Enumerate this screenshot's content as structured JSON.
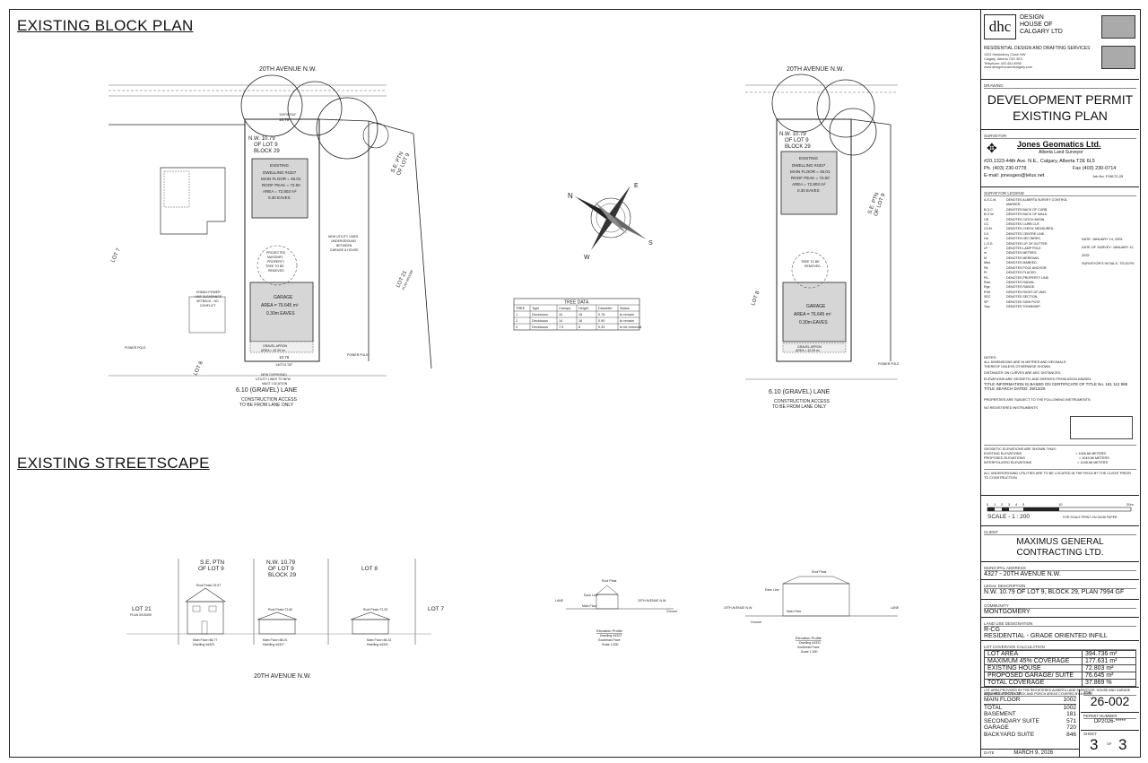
{
  "headings": {
    "block_plan": "EXISTING BLOCK PLAN",
    "streetscape": "EXISTING STREETSCAPE"
  },
  "plan_left": {
    "street": "20TH AVENUE N.W.",
    "lane": "6.10 (GRAVEL) LANE",
    "lane_note1": "CONSTRUCTION ACCESS",
    "lane_note2": "TO BE FROM LANE ONLY",
    "lot_nw1": "N.W. 10.79",
    "lot_nw2": "OF LOT 9",
    "lot_nw3": "BLOCK 29",
    "lot_se1": "S.E. PTN",
    "lot_se2": "OF LOT 9",
    "lot7": "LOT 7",
    "lot8": "LOT 8",
    "lot21": "LOT 21",
    "plan21": "PLAN 0915399",
    "dwelling1": "EXISTING",
    "dwelling2": "DWELLING #4327",
    "dwelling3": "MAIN FLOOR = 46.01",
    "dwelling4": "ROOF PEAK = 72.60",
    "dwelling5": "AREA = 72.803 m²",
    "dwelling6": "0.30 EAVES",
    "garage1": "GARAGE",
    "garage2": "AREA = 76.645 m²",
    "garage3": "0.30m EAVES",
    "front_dim": "10.79",
    "rear_dim": "10.79",
    "front_bearing": "139°59'54\"",
    "rear_bearing": "140°01'30\"",
    "tree_note1": "PROJECTED",
    "tree_note2": "MASONRY",
    "tree_note3": "PROPERTY",
    "tree_note4": "TREE TO BE",
    "tree_note5": "REMOVED",
    "power_pole": "POWER POLE",
    "utility_note1": "NEW UTILITY LINES",
    "utility_note2": "UNDERGROUND",
    "utility_note3": "BETWEEN",
    "utility_note4": "GARAGE & HOUSE",
    "enmax1": "ENMAX POWER",
    "enmax2": "LINE CLEARANCE",
    "enmax3": "SETBACK - NO",
    "enmax4": "CONFLICT",
    "overhead1": "NEW OVERHEAD",
    "overhead2": "UTILITY LINES TO NEW",
    "overhead3": "MAST LOCATION",
    "gravel1": "GRAVEL APRON",
    "gravel2": "AREA = 42.09 m²"
  },
  "plan_right": {
    "street": "20TH AVENUE N.W.",
    "lane": "6.10 (GRAVEL) LANE",
    "lane_note1": "CONSTRUCTION ACCESS",
    "lane_note2": "TO BE FROM LANE ONLY",
    "lot_nw1": "N.W. 10.79",
    "lot_nw2": "OF LOT 9",
    "lot_nw3": "BLOCK 29",
    "lot_se1": "S.E. PTN",
    "lot_se2": "OF LOT 9",
    "lot8": "LOT 8",
    "dwelling1": "EXISTING",
    "dwelling2": "DWELLING #4327",
    "dwelling3": "MAIN FLOOR = 46.01",
    "dwelling4": "ROOF PEAK = 72.60",
    "dwelling5": "AREA = 72.803 m²",
    "dwelling6": "0.30 EAVES",
    "garage1": "GARAGE",
    "garage2": "AREA = 76.645 m²",
    "garage3": "0.30m EAVES",
    "tree_note1": "TREE TO BE",
    "tree_note2": "REMOVED",
    "power_pole": "POWER POLE",
    "gravel1": "GRAVEL APRON",
    "gravel2": "AREA = 42.09 m²"
  },
  "tree_table": {
    "title": "TREE DATA",
    "headers": [
      "TREE",
      "Type",
      "Canopy",
      "Height",
      "Diameter",
      "Status"
    ],
    "rows": [
      [
        "1",
        "Deciduous",
        "10",
        "16",
        "0.76",
        "to remain"
      ],
      [
        "2",
        "Deciduous",
        "14",
        "16",
        "0.90",
        "to remain"
      ],
      [
        "3",
        "Deciduous",
        "7.5",
        "8",
        "0.33",
        "to be removed"
      ]
    ]
  },
  "compass": {
    "n": "N",
    "e": "E",
    "s": "S",
    "w": "W"
  },
  "streetscape": {
    "lot21": "LOT 21",
    "plan21": "PLAN 0915399",
    "se1": "S.E. PTN",
    "se2": "OF LOT 9",
    "nw1": "N.W. 10.79",
    "nw2": "OF LOT 9",
    "nw3": "BLOCK 29",
    "lot8": "LOT 8",
    "lot7": "LOT 7",
    "street": "20TH AVENUE N.W.",
    "roof_a": "Roof Peak=76.97",
    "roof_b": "Roof Peak=72.60",
    "roof_c": "Roof Peak=72.33",
    "dw_a1": "Main Floor=66.77",
    "dw_a2": "Dwelling #4323",
    "dw_b1": "Main Floor=66.01",
    "dw_b2": "Dwelling #4327",
    "dw_c1": "Main Floor=66.31",
    "dw_c2": "Dwelling #4331",
    "elev1_title": "Elevation Profile",
    "elev1_sub1": "Dwelling #4323",
    "elev1_sub2": "Southeast Face",
    "elev1_scale": "Scale 1:300",
    "elev2_title": "Elevation Profile",
    "elev2_sub1": "Dwelling #4331",
    "elev2_sub2": "Southeast Face",
    "elev2_scale": "Scale 1:300",
    "roof_peak": "Roof Peak",
    "eave_line": "Eave Line",
    "main_floor": "Main Floor",
    "ground": "Ground",
    "lane": "LANE",
    "avenue": "20TH AVENUE N.W."
  },
  "titleblock": {
    "logo": "dhc",
    "company1": "DESIGN",
    "company2": "HOUSE OF",
    "company3": "CALGARY LTD",
    "services": "RESIDENTIAL DESIGN AND DRAFTING SERVICES",
    "address1": "1331 Hawksbury Close NW",
    "address2": "Calgary, Alberta T3G 3E3",
    "address3": "Telephone 403.451.8990",
    "address4": "www.designhouseofcalgary.com",
    "drawing_label": "DRAWING",
    "drawing_title1": "DEVELOPMENT PERMIT",
    "drawing_title2": "EXISTING PLAN",
    "surveyor_label": "SURVEYOR",
    "surveyor_name": "Jones Geomatics Ltd.",
    "surveyor_sub": "Alberta Land Surveyor",
    "surveyor_addr": "#20,1323-44th Ave. N.E., Calgary, Alberta T2E 6L5",
    "surveyor_ph": "Ph. (403) 230-0778",
    "surveyor_fax": "Fax (403) 230-0714",
    "surveyor_email": "E-mail: jonesgeo@telus.net",
    "surveyor_job": "Job No. F08172-25",
    "legend_label": "SURVEYOR LEGEND",
    "legend": [
      [
        "A.S.C.M.",
        "DENOTES ALBERTA SURVEY CONTROL MARKER."
      ],
      [
        "B.O.C.",
        "DENOTES BACK OF CURB."
      ],
      [
        "B.O.W.",
        "DENOTES BACK OF WALK."
      ],
      [
        "CB",
        "DENOTES CATCH BASIN."
      ],
      [
        "CC.",
        "DENOTES CURB CUT."
      ],
      [
        "Ch.M.",
        "DENOTES CHECK MEASURED."
      ],
      [
        "C/L",
        "DENOTES CENTRE LINE."
      ],
      [
        "Ha.",
        "DENOTES HECTARES."
      ],
      [
        "L.O.G.",
        "DENOTES LIP OF GUTTER."
      ],
      [
        "LP",
        "DENOTES LAMP POLE."
      ],
      [
        "m",
        "DENOTES METRES."
      ],
      [
        "M",
        "DENOTES MERIDIAN."
      ],
      [
        "Mkd.",
        "DENOTES MARKED."
      ],
      [
        "PA",
        "DENOTES POLE ANCHOR."
      ],
      [
        "Pl.",
        "DENOTES PLACED."
      ],
      [
        "P/L",
        "DENOTES PROPERTY LINE."
      ],
      [
        "Rad.",
        "DENOTES RADIAL."
      ],
      [
        "Rge.",
        "DENOTES RANGE."
      ],
      [
        "R/W",
        "DENOTES RIGHT-OF-WAY."
      ],
      [
        "SEC.",
        "DENOTES SECTION."
      ],
      [
        "SP",
        "DENOTES SIGN POST."
      ],
      [
        "Twp",
        "DENOTES TOWNSHIP."
      ]
    ],
    "date1": "DATE: JANUARY 14, 2025",
    "date2": "DATE OF SURVEY: JANUARY 12, 2025",
    "initials": "SURVEYOR'S INTIALS: TS/JG/YK",
    "notes1": "NOTES:",
    "notes2": "ALL DIMENSIONS ARE IN METRES AND DECIMALS",
    "notes3": "THEREOF UNLESS OTHERWISE SHOWN.",
    "notes4": "DISTANCES ON CURVES ARE ARC DISTANCES.",
    "notes5": "ELEVATIONS ARE GEODETIC AND DERIVED FROM ASCM #262502",
    "notes6": "TITLE INFORMATION IS BASED ON CERTIFICATE OF TITLE No. 181 112 985",
    "notes7": "TITLE SEARCH DATED: 29/12/25",
    "notes8": "PROPERTIES ARE SUBJECT TO THE FOLLOWING INSTRUMENTS:",
    "notes9": "NO REGISTERED INSTRUMENTS",
    "geo1": "GEODETIC ELEVATIONS ARE SHOWN THUS:",
    "geo2": "EXISTING ELEVATIONS",
    "geo3": "PROPOSED ELEVATIONS",
    "geo4": "INTERPOLATED ELEVATIONS",
    "geo_val": "= 1045.66 METERS",
    "underground": "ALL UNDERGROUND UTILITIES ARE TO BE LOCATED IN THE FIELD BY THE CLIENT PRIOR TO CONSTRUCTION",
    "scale_text": "SCALE - 1 : 200",
    "scale_note": "FOR SCALE PRINT ON 24x36 PAPER",
    "scale_ticks": [
      "0",
      "1",
      "2",
      "3",
      "4",
      "5",
      "10",
      "20m"
    ],
    "client_label": "CLIENT",
    "client1": "MAXIMUS GENERAL",
    "client2": "CONTRACTING LTD.",
    "muni_label": "MUNICIPAL ADDRESS",
    "muni": "4327 - 20TH AVENUE N.W.",
    "legal_label": "LEGAL DESCRIPTION",
    "legal": "N.W. 10.79 OF LOT 9, BLOCK 29, PLAN 7994 GF",
    "community_label": "COMMUNITY",
    "community": "MONTGOMERY",
    "landuse_label": "LAND USE DESIGNATION",
    "landuse1": "R-CG",
    "landuse2": "RESIDENTIAL - GRADE ORIENTED INFILL",
    "coverage_label": "LOT COVERAGE CALCULATION",
    "coverage": [
      [
        "LOT AREA",
        "394.736 m²"
      ],
      [
        "MAXIMUM 45% COVERAGE",
        "177.631 m²"
      ],
      [
        "EXISTING HOUSE",
        "72.803 m²"
      ],
      [
        "PROPOSED GARAGE/ SUITE",
        "76.645 m²"
      ],
      [
        "TOTAL COVERAGE",
        "37.869 %"
      ]
    ],
    "coverage_note": "LOT AREA PROVIDED BY THE REGISTERED ALBERTA LAND SURVEYOR. HOUSE AND GARAGE AREA INCLUDES ALL DECK AND PORCH AREAS COVERED BY A ROOF.",
    "sqft_label": "SQUARE FOOTAGE",
    "sqft": [
      [
        "MAIN FLOOR",
        "1002"
      ],
      [
        "TOTAL",
        "1002"
      ],
      [
        "BASEMENT",
        "181"
      ],
      [
        "SECONDARY SUITE",
        "571"
      ],
      [
        "GARAGE",
        "720"
      ],
      [
        "BACKYARD SUITE",
        "846"
      ]
    ],
    "job_label": "JOB",
    "job": "26-002",
    "permit_label": "PERMIT NUMBER",
    "permit": "DP2026-*****",
    "sheet_label": "SHEET",
    "sheet_num": "3",
    "sheet_of": "OF",
    "sheet_total": "3",
    "date_label": "DATE",
    "date": "MARCH 9, 2026"
  }
}
